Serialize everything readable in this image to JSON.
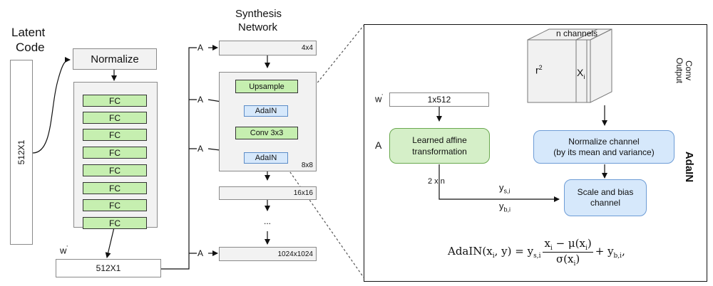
{
  "mapping": {
    "latent_title_line1": "Latent",
    "latent_title_line2": "Code",
    "latent_size": "512X1",
    "normalize": "Normalize",
    "fc_layers": [
      "FC",
      "FC",
      "FC",
      "FC",
      "FC",
      "FC",
      "FC",
      "FC"
    ],
    "w_label": "w",
    "w_size": "512X1"
  },
  "synthesis": {
    "title_line1": "Synthesis",
    "title_line2": "Network",
    "const_res": "4x4",
    "block_ops": [
      "Upsample",
      "AdaIN",
      "Conv 3x3",
      "AdaIN"
    ],
    "block_res": "8x8",
    "res_16": "16x16",
    "ellipsis_vertical": "…",
    "ellipsis": "...",
    "res_1024": "1024x1024",
    "a_labels": [
      "A",
      "A",
      "A",
      "A"
    ]
  },
  "adain": {
    "n_channels": "n channels",
    "r2_label": "r",
    "r2_sup": "2",
    "xi_label": "X",
    "xi_sub": "i",
    "conv_output_line1": "Conv",
    "conv_output_line2": "Output",
    "w_label": "w",
    "w_dim": "1x512",
    "a_label": "A",
    "affine_line1": "Learned affine",
    "affine_line2": "transformation",
    "two_n": "2 x n",
    "ys_base": "y",
    "ys_sub": "s,i",
    "yb_base": "y",
    "yb_sub": "b,i",
    "normalize_line1": "Normalize channel",
    "normalize_line2": "(by its mean and variance)",
    "scale_line1": "Scale and bias",
    "scale_line2": "channel",
    "vertical_title": "AdaIN",
    "formula_lhs": "AdaIN(x",
    "formula_lhs_sub": "i",
    "formula_lhs_end": ", y) = y",
    "formula_y_sub": "s,i",
    "formula_num": "x",
    "formula_num_sub": "i",
    "formula_num_rest": " − μ(x",
    "formula_num_sub2": "i",
    "formula_num_end": ")",
    "formula_den": "σ(x",
    "formula_den_sub": "i",
    "formula_den_end": ")",
    "formula_tail": " + y",
    "formula_tail_sub": "b,i",
    "formula_comma": ","
  }
}
